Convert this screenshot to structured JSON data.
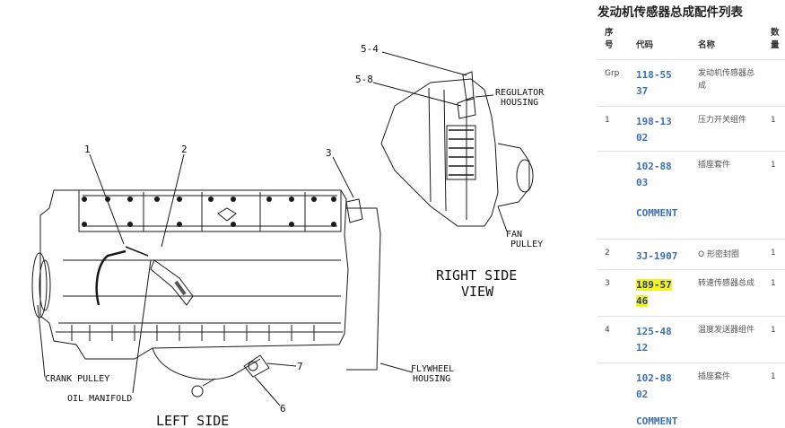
{
  "diagram": {
    "labels": {
      "left_side": "LEFT SIDE",
      "right_side": "RIGHT SIDE",
      "view": "VIEW",
      "crank_pulley": "CRANK PULLEY",
      "oil_manifold": "OIL MANIFOLD",
      "flywheel": "FLYWHEEL",
      "housing": "HOUSING",
      "regulator": "REGULATOR",
      "regulator_housing": "HOUSING",
      "fan": "FAN",
      "pulley": "PULLEY"
    },
    "callouts": {
      "c1": "1",
      "c2": "2",
      "c3": "3",
      "c54": "5-4",
      "c58": "5-8",
      "c6": "6",
      "c7": "7"
    }
  },
  "panel": {
    "title": "发动机传感器总成配件列表",
    "headers": {
      "no_1": "序",
      "no_2": "号",
      "code": "代码",
      "name": "名称",
      "qty_1": "数",
      "qty_2": "量"
    },
    "rows": [
      {
        "no": "Grp",
        "code": "118-5537",
        "name": "发动机传感器总成",
        "qty": ""
      },
      {
        "no": "1",
        "code": "198-1302",
        "name": "压力开关组件",
        "qty": "1"
      },
      {
        "no": "",
        "code": "102-8803",
        "name": "插座套件",
        "qty": "1"
      },
      {
        "comment": "COMMENT"
      },
      {
        "no": "2",
        "code": "3J-1907",
        "name": "O 形密封圈",
        "qty": "1"
      },
      {
        "no": "3",
        "code": "189-5746",
        "name": "转速传感器总成",
        "qty": "1",
        "highlight": true
      },
      {
        "no": "4",
        "code": "125-4812",
        "name": "温度发送器组件",
        "qty": "1"
      },
      {
        "no": "",
        "code": "102-8802",
        "name": "插座套件",
        "qty": "1"
      },
      {
        "comment": "COMMENT"
      }
    ]
  }
}
